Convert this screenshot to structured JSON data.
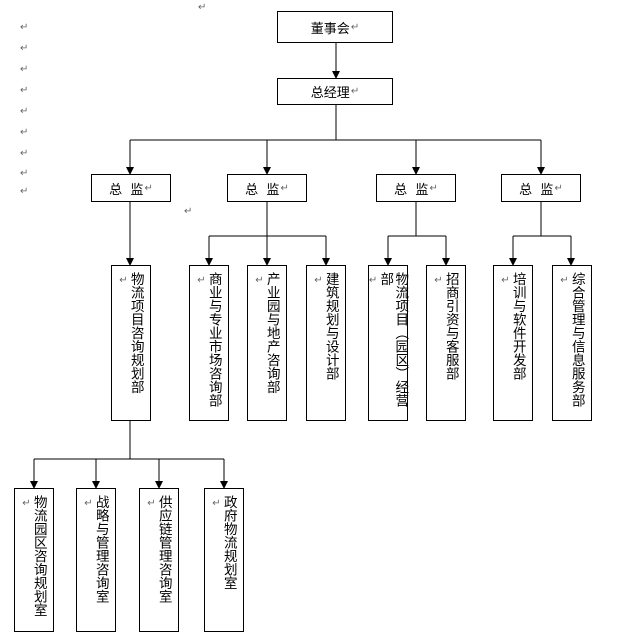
{
  "paragraph_mark": "↵",
  "nodes": {
    "board": "董事会",
    "gm": "总经理",
    "director": "总  监",
    "wl_consult": "物流项目咨询规划部",
    "commercial": "商业与专业市场咨询部",
    "industrial": "产业园与地产咨询部",
    "architecture": "建筑规划与设计部",
    "park_ops": "物流项目（园区）经营部",
    "investment": "招商引资与客服部",
    "training": "培训与软件开发部",
    "info": "综合管理与信息服务部",
    "park_consult": "物流园区咨询规划室",
    "strategy": "战略与管理咨询室",
    "supply": "供应链管理咨询室",
    "gov": "政府物流规划室"
  }
}
